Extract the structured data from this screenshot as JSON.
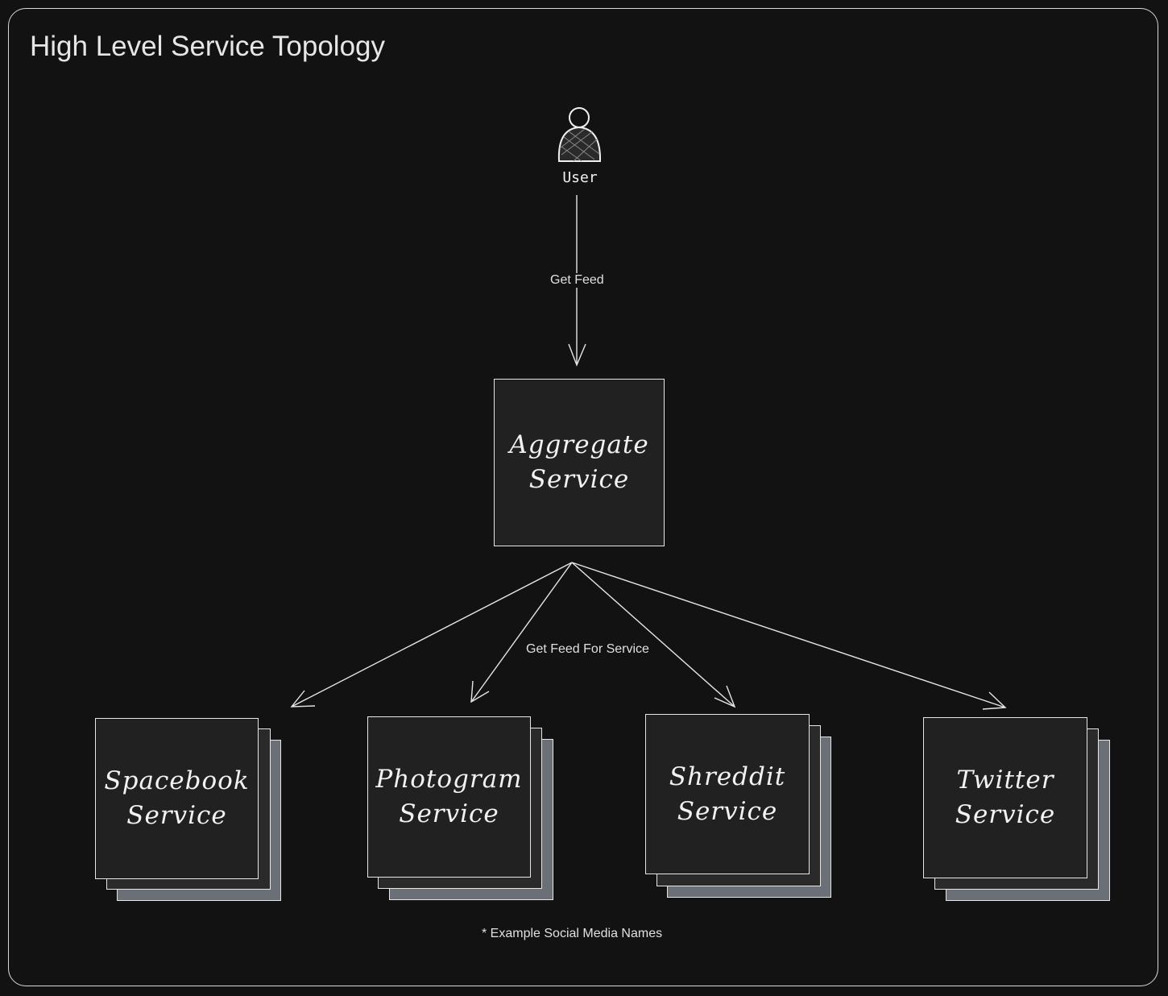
{
  "title": "High Level Service Topology",
  "user": {
    "label": "User",
    "icon": "user-icon"
  },
  "edges": {
    "user_to_aggregate": "Get Feed",
    "aggregate_to_services": "Get Feed For Service"
  },
  "aggregate": {
    "line1": "Aggregate",
    "line2": "Service"
  },
  "services": [
    {
      "line1": "Spacebook",
      "line2": "Service"
    },
    {
      "line1": "Photogram",
      "line2": "Service"
    },
    {
      "line1": "Shreddit",
      "line2": "Service"
    },
    {
      "line1": "Twitter",
      "line2": "Service"
    }
  ],
  "footnote": "* Example Social Media Names",
  "colors": {
    "background": "#121212",
    "box_fill": "#212121",
    "stack_back": "#6b7077",
    "stroke": "#e6e6e6"
  }
}
